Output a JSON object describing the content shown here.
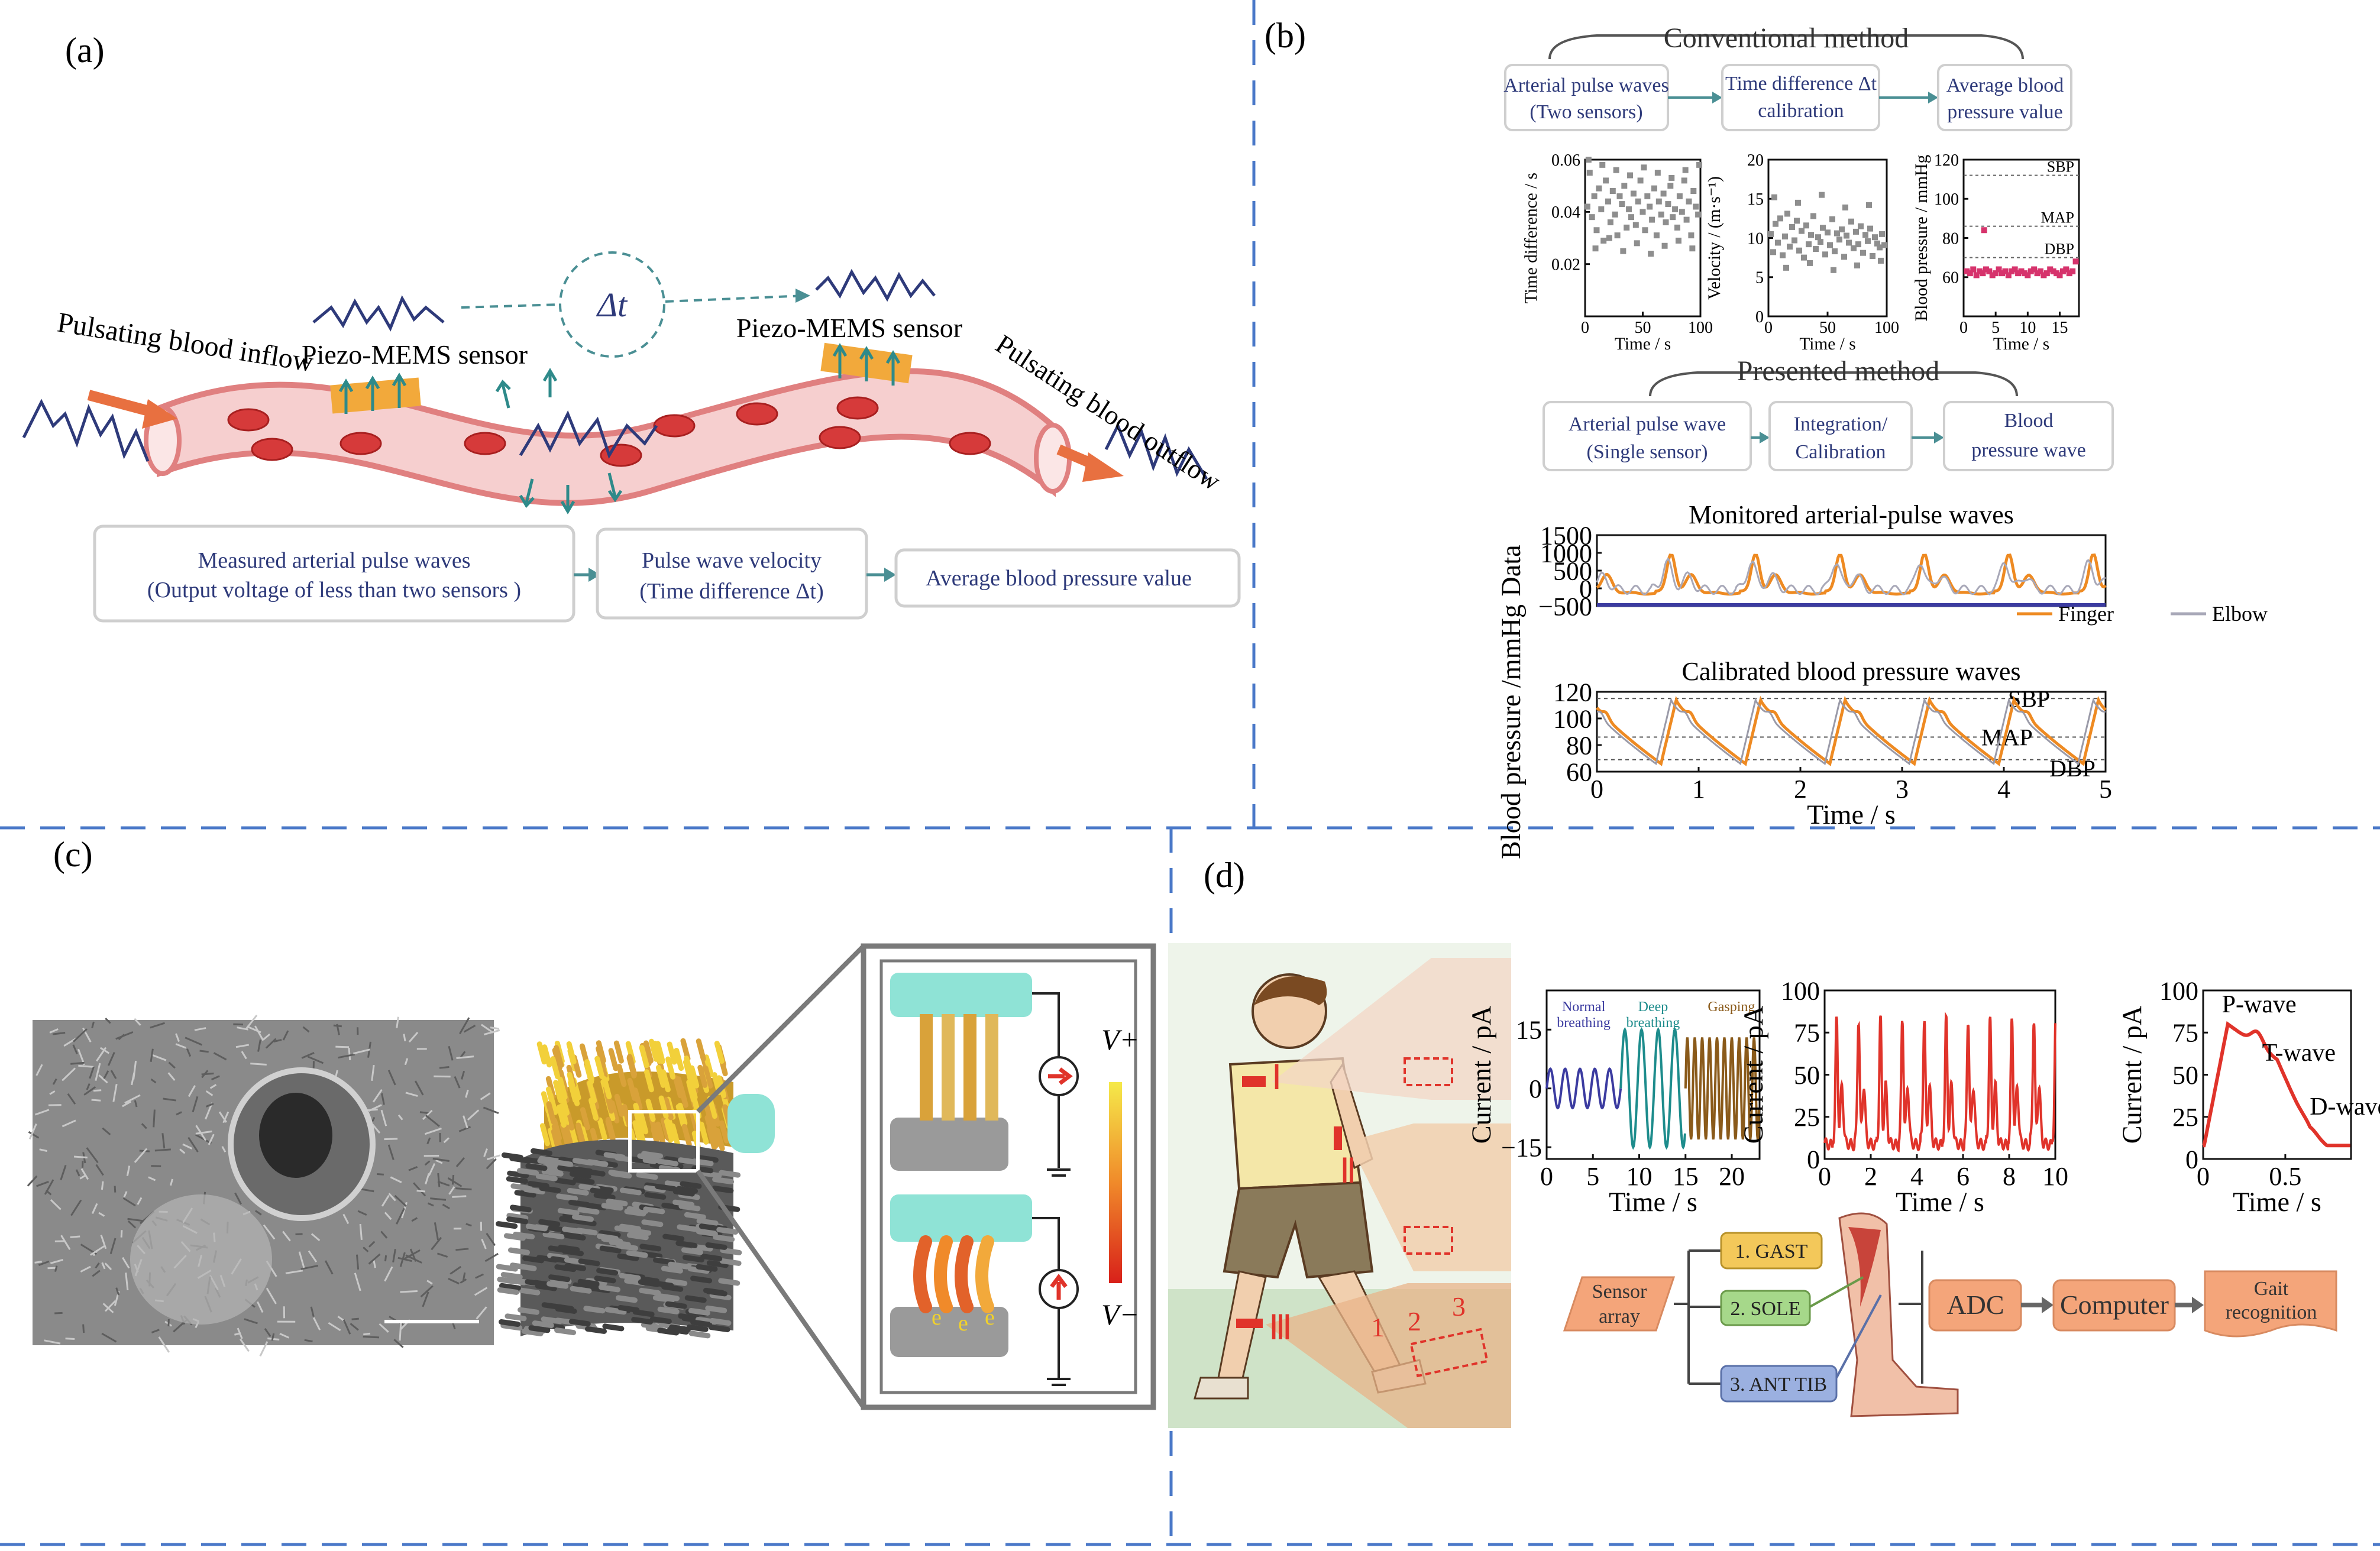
{
  "colors": {
    "divider": "#4a78c8",
    "box_text": "#2e3a7a",
    "arrow": "#4a8f94",
    "vessel": "#f6cfcf",
    "vessel_edge": "#e08080",
    "rbc": "#d63a3a",
    "sensor": "#f2a93b",
    "finger": "#ee8a22",
    "elbow": "#a8a8b8",
    "pink": "#d6336c",
    "red": "#e0332a",
    "blue_wave": "#3b3ba0",
    "teal_wave": "#1d8c8c",
    "brown_wave": "#8a5a1a",
    "block": "#f4a57a",
    "gast": "#f3c85a",
    "sole": "#a6d88a",
    "ant": "#9bb0e0"
  },
  "panel_a": {
    "label": "(a)",
    "inflow": "Pulsating blood inflow",
    "outflow": "Pulsating blood outflow",
    "sensor_left": "Piezo-MEMS sensor",
    "sensor_right": "Piezo-MEMS sensor",
    "dt": "Δt",
    "box1_line1": "Measured arterial pulse waves",
    "box1_line2": "(Output voltage of less than two sensors )",
    "box2_line1": "Pulse wave velocity",
    "box2_line2": "(Time difference Δt)",
    "box3": "Average blood pressure value"
  },
  "panel_b": {
    "label": "(b)",
    "conventional": "Conventional method",
    "c_box1_l1": "Arterial pulse waves",
    "c_box1_l2": "(Two sensors)",
    "c_box2_l1": "Time difference Δt",
    "c_box2_l2": "calibration",
    "c_box3_l1": "Average blood",
    "c_box3_l2": "pressure value",
    "presented": "Presented method",
    "p_box1_l1": "Arterial pulse wave",
    "p_box1_l2": "(Single sensor)",
    "p_box2_l1": "Integration/",
    "p_box2_l2": "Calibration",
    "p_box3_l1": "Blood",
    "p_box3_l2": "pressure wave"
  },
  "panel_c": {
    "label": "(c)",
    "vplus": "V+",
    "vminus": "V−",
    "electron": "e"
  },
  "panel_d": {
    "label": "(d)",
    "roman1": "Ⅰ",
    "roman2": "Ⅱ",
    "roman3": "Ⅲ",
    "n1": "1",
    "n2": "2",
    "n3": "3",
    "sensor_array_l1": "Sensor",
    "sensor_array_l2": "array",
    "gast": "1. GAST",
    "sole": "2. SOLE",
    "ant": "3. ANT TIB",
    "adc": "ADC",
    "computer": "Computer",
    "gait_l1": "Gait",
    "gait_l2": "recognition"
  },
  "chart_data": [
    {
      "id": "time-difference-scatter",
      "type": "scatter",
      "xlabel": "Time / s",
      "ylabel": "Time difference / s",
      "xlim": [
        0,
        100
      ],
      "ylim": [
        0,
        0.06
      ],
      "xticks": [
        "0",
        "50",
        "100"
      ],
      "yticks": [
        "0.02",
        "0.04",
        "0.06"
      ],
      "x": [
        2,
        4,
        6,
        8,
        10,
        12,
        14,
        16,
        18,
        20,
        22,
        24,
        26,
        28,
        30,
        32,
        34,
        36,
        38,
        40,
        42,
        44,
        46,
        48,
        50,
        52,
        54,
        56,
        58,
        60,
        62,
        64,
        66,
        68,
        70,
        72,
        74,
        76,
        78,
        80,
        82,
        84,
        86,
        88,
        90,
        92,
        94,
        96,
        98,
        3,
        9,
        15,
        21,
        27,
        33,
        39,
        45,
        51,
        57,
        63,
        69,
        75,
        81,
        87,
        93,
        99
      ],
      "y": [
        0.042,
        0.055,
        0.038,
        0.046,
        0.033,
        0.049,
        0.041,
        0.029,
        0.052,
        0.044,
        0.036,
        0.048,
        0.039,
        0.031,
        0.046,
        0.043,
        0.05,
        0.034,
        0.041,
        0.038,
        0.047,
        0.035,
        0.044,
        0.052,
        0.04,
        0.033,
        0.046,
        0.042,
        0.037,
        0.049,
        0.031,
        0.044,
        0.039,
        0.047,
        0.036,
        0.043,
        0.05,
        0.038,
        0.041,
        0.034,
        0.046,
        0.04,
        0.052,
        0.037,
        0.044,
        0.031,
        0.048,
        0.042,
        0.039,
        0.06,
        0.026,
        0.058,
        0.03,
        0.056,
        0.025,
        0.054,
        0.028,
        0.057,
        0.024,
        0.055,
        0.027,
        0.053,
        0.029,
        0.056,
        0.026,
        0.058
      ]
    },
    {
      "id": "velocity-scatter",
      "type": "scatter",
      "xlabel": "Time / s",
      "ylabel": "Velocity / (m·s⁻¹)",
      "xlim": [
        0,
        100
      ],
      "ylim": [
        0,
        20
      ],
      "xticks": [
        "0",
        "50",
        "100"
      ],
      "yticks": [
        "0",
        "5",
        "10",
        "15",
        "20"
      ],
      "x": [
        2,
        4,
        6,
        8,
        10,
        12,
        14,
        16,
        18,
        20,
        22,
        24,
        26,
        28,
        30,
        32,
        34,
        36,
        38,
        40,
        42,
        44,
        46,
        48,
        50,
        52,
        54,
        56,
        58,
        60,
        62,
        64,
        66,
        68,
        70,
        72,
        74,
        76,
        78,
        80,
        82,
        84,
        86,
        88,
        90,
        92,
        94,
        96,
        98,
        5,
        15,
        25,
        35,
        45,
        55,
        65,
        75,
        85,
        95
      ],
      "y": [
        10.5,
        8.2,
        11.8,
        9.4,
        12.5,
        7.8,
        10.2,
        13.1,
        8.9,
        11.4,
        9.7,
        12.2,
        8.4,
        10.9,
        7.5,
        11.6,
        9.2,
        10.4,
        12.8,
        8.6,
        10.1,
        9.5,
        11.3,
        7.9,
        10.7,
        9.1,
        12.4,
        8.3,
        10.6,
        9.8,
        11.1,
        7.6,
        10.3,
        9.4,
        12.1,
        8.7,
        10.8,
        9.2,
        11.5,
        8.1,
        10.4,
        9.6,
        11.2,
        7.7,
        10.1,
        9.3,
        8.8,
        10.5,
        9.1,
        15.2,
        6.2,
        14.5,
        6.8,
        15.5,
        5.9,
        13.9,
        6.5,
        14.2,
        7.1
      ]
    },
    {
      "id": "bp-scatter",
      "type": "scatter",
      "xlabel": "Time / s",
      "ylabel": "Blood pressure / mmHg",
      "xlim": [
        0,
        18
      ],
      "ylim": [
        40,
        120
      ],
      "xticks": [
        "0",
        "5",
        "10",
        "15"
      ],
      "yticks": [
        "60",
        "80",
        "100",
        "120"
      ],
      "lines": [
        {
          "label": "SBP",
          "y": 112
        },
        {
          "label": "MAP",
          "y": 86
        },
        {
          "label": "DBP",
          "y": 70
        }
      ],
      "x": [
        0.5,
        1,
        1.5,
        2,
        2.5,
        3,
        3.5,
        4,
        4.5,
        5,
        5.5,
        6,
        6.5,
        7,
        7.5,
        8,
        8.5,
        9,
        9.5,
        10,
        10.5,
        11,
        11.5,
        12,
        12.5,
        13,
        13.5,
        14,
        14.5,
        15,
        15.5,
        16,
        16.5,
        17,
        17.5,
        3.2
      ],
      "y": [
        63,
        62,
        64,
        61,
        63,
        62,
        64,
        63,
        61,
        62,
        64,
        62,
        63,
        61,
        63,
        64,
        62,
        63,
        62,
        61,
        63,
        64,
        62,
        63,
        61,
        62,
        64,
        63,
        62,
        61,
        63,
        64,
        62,
        63,
        68,
        84
      ]
    },
    {
      "id": "monitored-waves",
      "type": "line",
      "title": "Monitored arterial-pulse waves",
      "xlabel": "",
      "ylabel": "Data",
      "xlim": [
        0,
        5
      ],
      "ylim": [
        -500,
        1500
      ],
      "yticks": [
        "1500",
        "1000",
        "500",
        "0",
        "−500"
      ],
      "beat_period": 0.83,
      "series": [
        {
          "name": "Finger",
          "color": "#ee8a22",
          "peak": 1100,
          "baseline": 0
        },
        {
          "name": "Elbow",
          "color": "#a8a8b8",
          "peak": 800,
          "baseline": 100
        }
      ]
    },
    {
      "id": "calibrated-waves",
      "type": "line",
      "title": "Calibrated blood pressure waves",
      "xlabel": "Time / s",
      "ylabel": "Blood pressure /mmHg",
      "xlim": [
        0,
        5
      ],
      "ylim": [
        60,
        120
      ],
      "xticks": [
        "0",
        "1",
        "2",
        "3",
        "4",
        "5"
      ],
      "yticks": [
        "120",
        "100",
        "80",
        "60"
      ],
      "lines": [
        {
          "label": "SBP",
          "y": 115
        },
        {
          "label": "MAP",
          "y": 86
        },
        {
          "label": "DBP",
          "y": 69
        }
      ],
      "beat_period": 0.83
    },
    {
      "id": "breathing-current",
      "type": "line",
      "xlabel": "Time / s",
      "ylabel": "Current / pA",
      "xlim": [
        0,
        23
      ],
      "ylim": [
        -18,
        25
      ],
      "xticks": [
        "0",
        "5",
        "10",
        "15",
        "20"
      ],
      "yticks": [
        "15",
        "0",
        "−15"
      ],
      "segments": [
        {
          "label_l1": "Normal",
          "label_l2": "breathing",
          "from": 0,
          "to": 8,
          "amp": 5,
          "period": 1.6
        },
        {
          "label_l1": "Deep",
          "label_l2": "breathing",
          "from": 8,
          "to": 15,
          "amp": 15,
          "period": 1.8
        },
        {
          "label_l1": "",
          "label_l2": "Gasping",
          "from": 15,
          "to": 23,
          "amp": 13,
          "period": 0.8
        }
      ]
    },
    {
      "id": "pulse-current",
      "type": "line",
      "xlabel": "Time / s",
      "ylabel": "Current / pA",
      "xlim": [
        0,
        10
      ],
      "ylim": [
        0,
        100
      ],
      "xticks": [
        "0",
        "2",
        "4",
        "6",
        "8",
        "10"
      ],
      "yticks": [
        "0",
        "25",
        "50",
        "75",
        "100"
      ],
      "beat_period": 0.95,
      "peak": 82,
      "baseline": 8
    },
    {
      "id": "single-pulse-current",
      "type": "line",
      "xlabel": "Time / s",
      "ylabel": "Current / pA",
      "xlim": [
        0,
        0.9
      ],
      "ylim": [
        0,
        100
      ],
      "xticks": [
        "0",
        "0.5"
      ],
      "yticks": [
        "0",
        "25",
        "50",
        "75",
        "100"
      ],
      "annotations": [
        {
          "label": "P-wave",
          "x": 0.15,
          "y": 80
        },
        {
          "label": "T-wave",
          "x": 0.33,
          "y": 60
        },
        {
          "label": "D-wave",
          "x": 0.62,
          "y": 28
        }
      ]
    }
  ]
}
